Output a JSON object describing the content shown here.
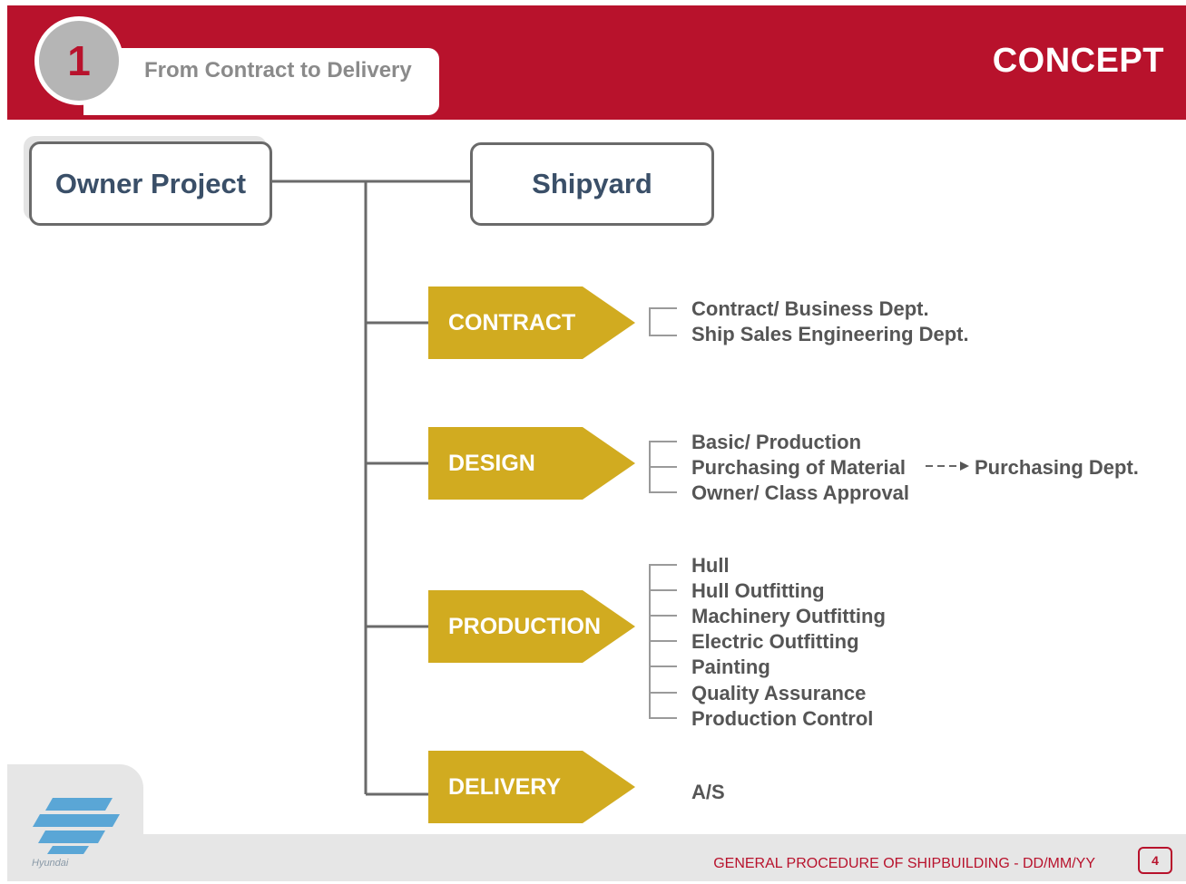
{
  "header": {
    "number": "1",
    "subtitle": "From Contract to Delivery",
    "title": "CONCEPT"
  },
  "nodes": {
    "owner": "Owner Project",
    "shipyard": "Shipyard"
  },
  "stages": [
    {
      "label": "CONTRACT",
      "items": [
        "Contract/ Business Dept.",
        "Ship Sales Engineering Dept."
      ]
    },
    {
      "label": "DESIGN",
      "items": [
        "Basic/ Production",
        "Purchasing of Material",
        "Owner/ Class Approval"
      ],
      "arrow_target": "Purchasing Dept."
    },
    {
      "label": "PRODUCTION",
      "items": [
        "Hull",
        "Hull Outfitting",
        "Machinery Outfitting",
        "Electric Outfitting",
        "Painting",
        "Quality Assurance",
        "Production Control"
      ]
    },
    {
      "label": "DELIVERY",
      "items": [
        "A/S"
      ]
    }
  ],
  "footer": {
    "text": "GENERAL PROCEDURE OF SHIPBUILDING - DD/MM/YY",
    "page": "4",
    "logo_text": "Hyundai"
  },
  "colors": {
    "header_red": "#b8122c",
    "stage_gold": "#d1ab20",
    "line_gray": "#6a6a6a"
  }
}
